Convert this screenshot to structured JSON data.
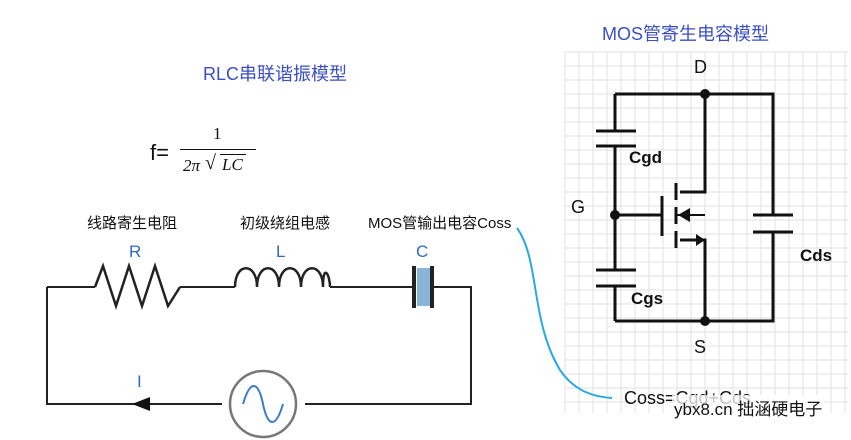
{
  "rlc": {
    "title": "RLC串联谐振模型",
    "formula_lhs": "f=",
    "formula_num": "1",
    "formula_den_coef": "2π",
    "formula_den_rad": "LC",
    "label_r_desc": "线路寄生电阻",
    "label_l_desc": "初级绕组电感",
    "label_c_desc": "MOS管输出电容Coss",
    "label_r": "R",
    "label_l": "L",
    "label_c": "C",
    "label_i": "I"
  },
  "mos": {
    "title": "MOS管寄生电容模型",
    "label_d": "D",
    "label_g": "G",
    "label_s": "S",
    "label_cgd": "Cgd",
    "label_cgs": "Cgs",
    "label_cds": "Cds",
    "coss_text": "Coss=Cgd+Cds"
  },
  "watermark": {
    "text": "ybx8.cn 拙涵硬电子"
  },
  "colors": {
    "title_blue": "#3b4fc4",
    "label_blue": "#2b6cc4",
    "cap_fill": "#8ab4d8",
    "arrow_line": "#2aa8e0",
    "grid": "#e2e2e2"
  }
}
